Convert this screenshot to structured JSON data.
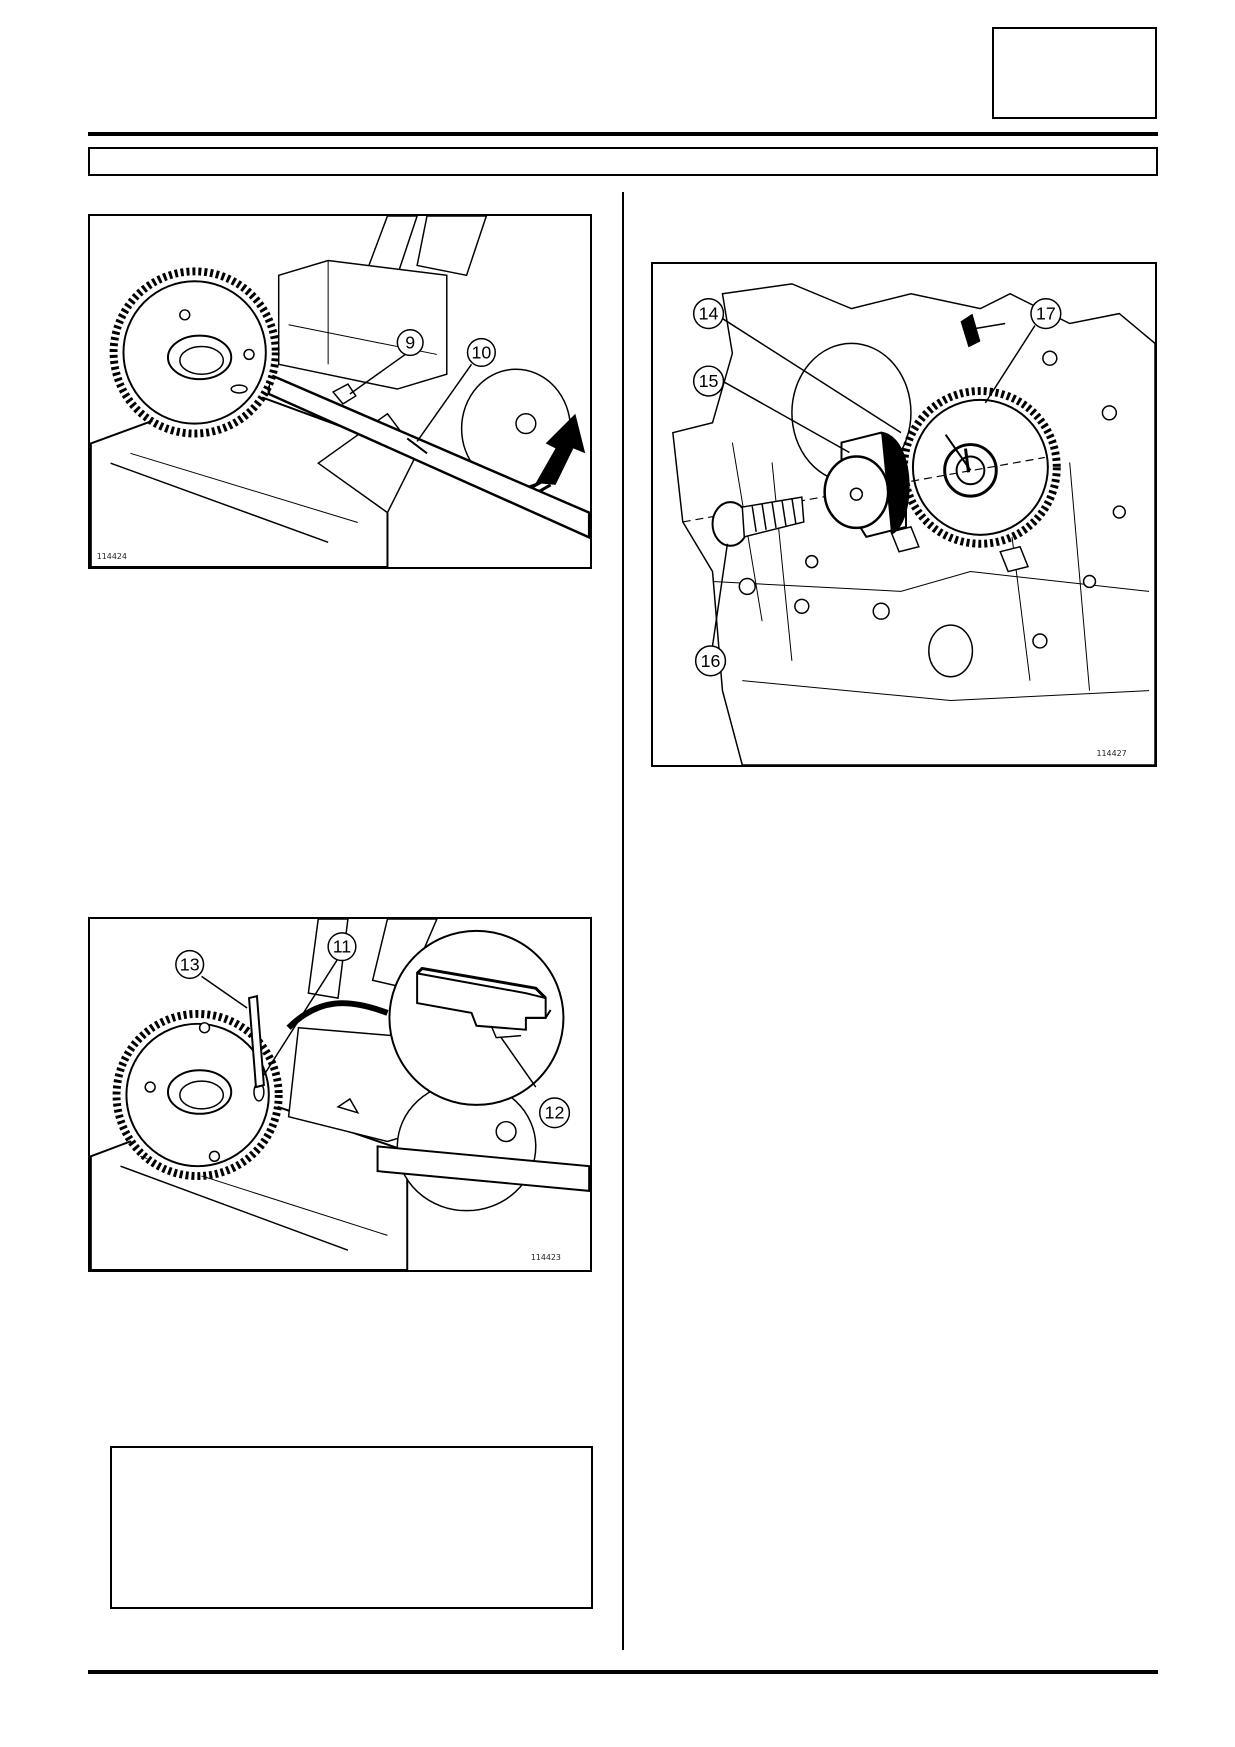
{
  "figures": [
    {
      "code": "114424",
      "callouts": [
        {
          "label": "9"
        },
        {
          "label": "10"
        }
      ]
    },
    {
      "code": "114423",
      "callouts": [
        {
          "label": "13"
        },
        {
          "label": "11"
        },
        {
          "label": "12"
        }
      ]
    },
    {
      "code": "114427",
      "callouts": [
        {
          "label": "14"
        },
        {
          "label": "17"
        },
        {
          "label": "15"
        },
        {
          "label": "16"
        }
      ]
    }
  ]
}
